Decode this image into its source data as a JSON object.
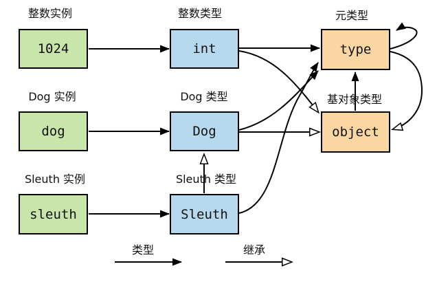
{
  "colors": {
    "instance": "#c8e6aa",
    "cls": "#b7d9ee",
    "meta": "#fad7a2",
    "line": "#000000"
  },
  "nodes": {
    "num1024": {
      "caption": "整数实例",
      "label": "1024"
    },
    "int": {
      "caption": "整数类型",
      "label": "int"
    },
    "type": {
      "caption": "元类型",
      "label": "type"
    },
    "dog": {
      "caption": "Dog 实例",
      "label": "dog"
    },
    "Dog": {
      "caption": "Dog 类型",
      "label": "Dog"
    },
    "object": {
      "caption": "基对象类型",
      "label": "object"
    },
    "sleuth": {
      "caption": "Sleuth 实例",
      "label": "sleuth"
    },
    "Sleuth": {
      "caption": "Sleuth 类型",
      "label": "Sleuth"
    }
  },
  "edges": [
    {
      "from": "1024",
      "to": "int",
      "relation": "类型",
      "arrow": "solid"
    },
    {
      "from": "dog",
      "to": "Dog",
      "relation": "类型",
      "arrow": "solid"
    },
    {
      "from": "sleuth",
      "to": "Sleuth",
      "relation": "类型",
      "arrow": "solid"
    },
    {
      "from": "int",
      "to": "type",
      "relation": "类型",
      "arrow": "solid"
    },
    {
      "from": "Dog",
      "to": "type",
      "relation": "类型",
      "arrow": "solid"
    },
    {
      "from": "Sleuth",
      "to": "type",
      "relation": "类型",
      "arrow": "solid"
    },
    {
      "from": "object",
      "to": "type",
      "relation": "类型",
      "arrow": "solid"
    },
    {
      "from": "type",
      "to": "type",
      "relation": "类型",
      "arrow": "solid"
    },
    {
      "from": "int",
      "to": "object",
      "relation": "继承",
      "arrow": "open"
    },
    {
      "from": "Dog",
      "to": "object",
      "relation": "继承",
      "arrow": "open"
    },
    {
      "from": "Sleuth",
      "to": "Dog",
      "relation": "继承",
      "arrow": "open"
    },
    {
      "from": "type",
      "to": "object",
      "relation": "继承",
      "arrow": "open"
    }
  ],
  "legend": {
    "type_label": "类型",
    "inheritance_label": "继承"
  }
}
